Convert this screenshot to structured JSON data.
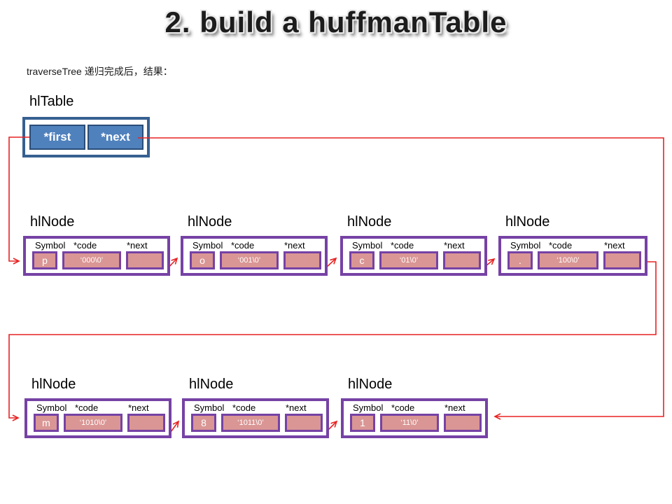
{
  "title": "2. build a huffmanTable",
  "subtitle": "traverseTree 递归完成后，结果：",
  "hltable": {
    "label": "hlTable",
    "first_field": "*first",
    "next_field": "*next"
  },
  "node_title": "hlNode",
  "headers": {
    "symbol": "Symbol",
    "code": "*code",
    "next": "*next"
  },
  "nodes": [
    {
      "symbol": "p",
      "code": "‘000\\0’"
    },
    {
      "symbol": "o",
      "code": "‘001\\0’"
    },
    {
      "symbol": "c",
      "code": "‘01\\0’"
    },
    {
      "symbol": ".",
      "code": "‘100\\0’"
    },
    {
      "symbol": "m",
      "code": "‘1010\\0’"
    },
    {
      "symbol": "8",
      "code": "‘1011\\0’"
    },
    {
      "symbol": "1",
      "code": "‘11\\0’"
    }
  ],
  "colors": {
    "table_border": "#366092",
    "pointer_fill": "#4F81BD",
    "node_border": "#7642A5",
    "cell_fill": "#D99694",
    "cell_text": "#FFFFFF",
    "arrow": "#E82222",
    "title_text": "#1C1C1C"
  }
}
